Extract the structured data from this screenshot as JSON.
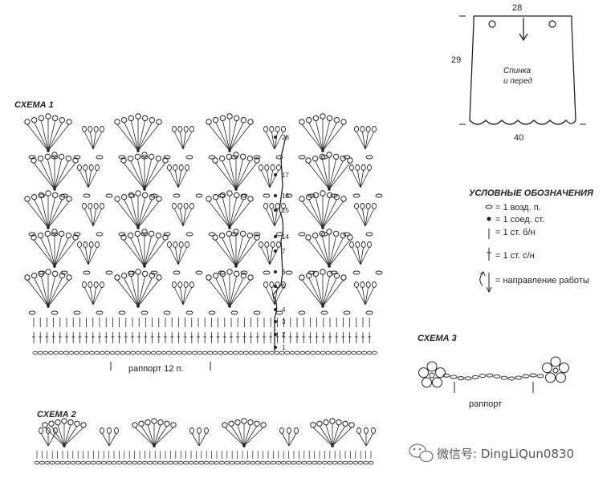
{
  "schema1": {
    "title": "СХЕМА 1",
    "repeat_label": "раппорт 12 п.",
    "row_numbers": [
      "28",
      "17",
      "16",
      "15",
      "14",
      "7",
      "6",
      "5",
      "4",
      "3",
      "2",
      "1"
    ]
  },
  "schema2": {
    "title": "СХЕМА 2"
  },
  "schema3": {
    "title": "СХЕМА 3",
    "repeat_label": "раппорт"
  },
  "skirt": {
    "top_width": "28",
    "height": "29",
    "bottom_width": "40",
    "caption_line1": "Спинка",
    "caption_line2": "и перед"
  },
  "legend": {
    "heading": "УСЛОВНЫЕ ОБОЗНАЧЕНИЯ",
    "items": [
      {
        "symbol": "oval",
        "text": "= 1 возд. п."
      },
      {
        "symbol": "dot",
        "text": "= 1 соед. ст."
      },
      {
        "symbol": "bar",
        "text": "= 1 ст. б/н"
      },
      {
        "symbol": "cross-bar",
        "text": "= 1 ст. с/н"
      },
      {
        "symbol": "direction-arrows",
        "text": "= направление работы"
      }
    ]
  },
  "watermark": {
    "icon": "wechat-icon",
    "text": "微信号: DingLiQun0830"
  }
}
